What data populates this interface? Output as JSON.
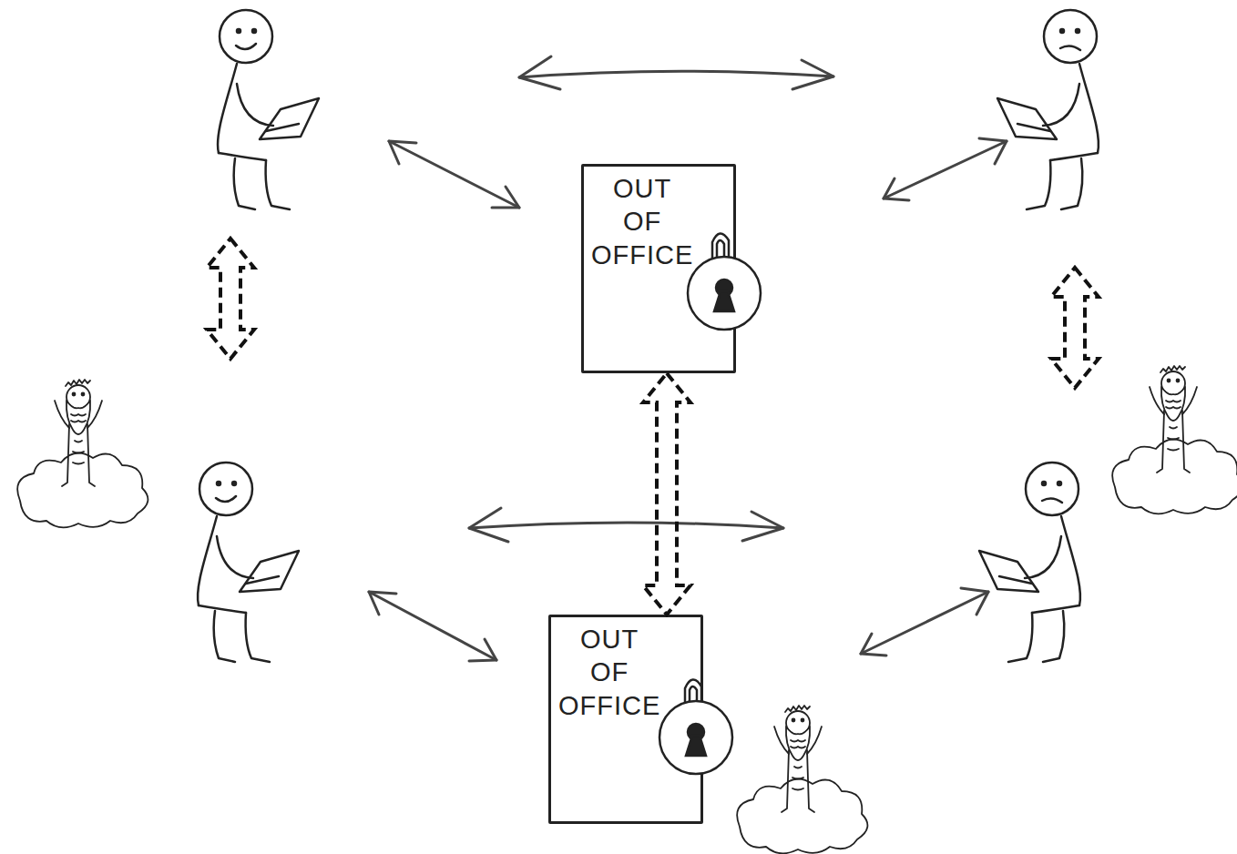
{
  "diagram": {
    "nodes": [
      {
        "text": [
          "OUT OF OFFICE"
        ]
      },
      {
        "text": [
          "OUT OF OFFICE"
        ]
      }
    ],
    "edges": [
      {
        "from": 0,
        "to": 1,
        "arrow": "both"
      }
    ]
  }
}
